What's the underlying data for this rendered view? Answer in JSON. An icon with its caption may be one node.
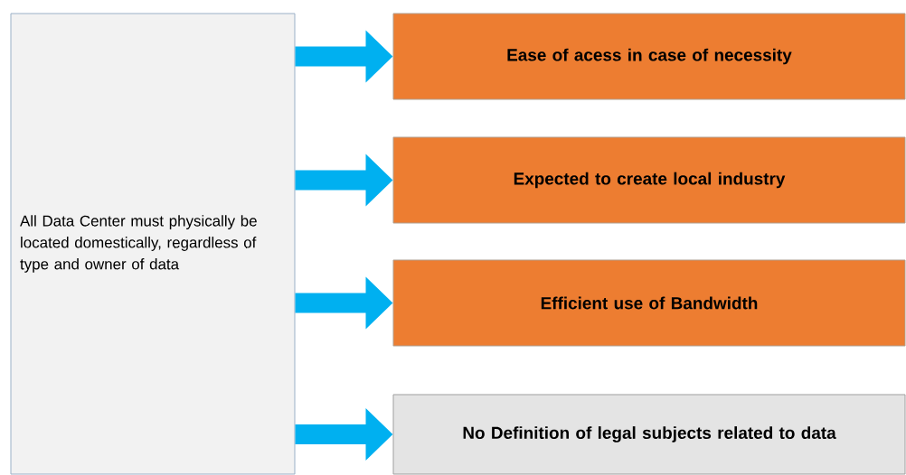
{
  "diagram": {
    "nodes": [
      {
        "text": [
          "All Data Center must physically be located domestically, regardless of type and owner of data"
        ]
      },
      {
        "text": [
          "Ease of acess in case of necessity"
        ]
      },
      {
        "text": [
          "Expected to create local industry"
        ]
      },
      {
        "text": [
          "Efficient use of Bandwidth"
        ]
      },
      {
        "text": [
          "No Definition of legal subjects related to data"
        ]
      }
    ],
    "edges": [
      {
        "from": 0,
        "to": 1,
        "arrow": "to"
      },
      {
        "from": 0,
        "to": 2,
        "arrow": "to"
      },
      {
        "from": 0,
        "to": 3,
        "arrow": "to"
      },
      {
        "from": 0,
        "to": 4,
        "arrow": "to"
      }
    ]
  }
}
